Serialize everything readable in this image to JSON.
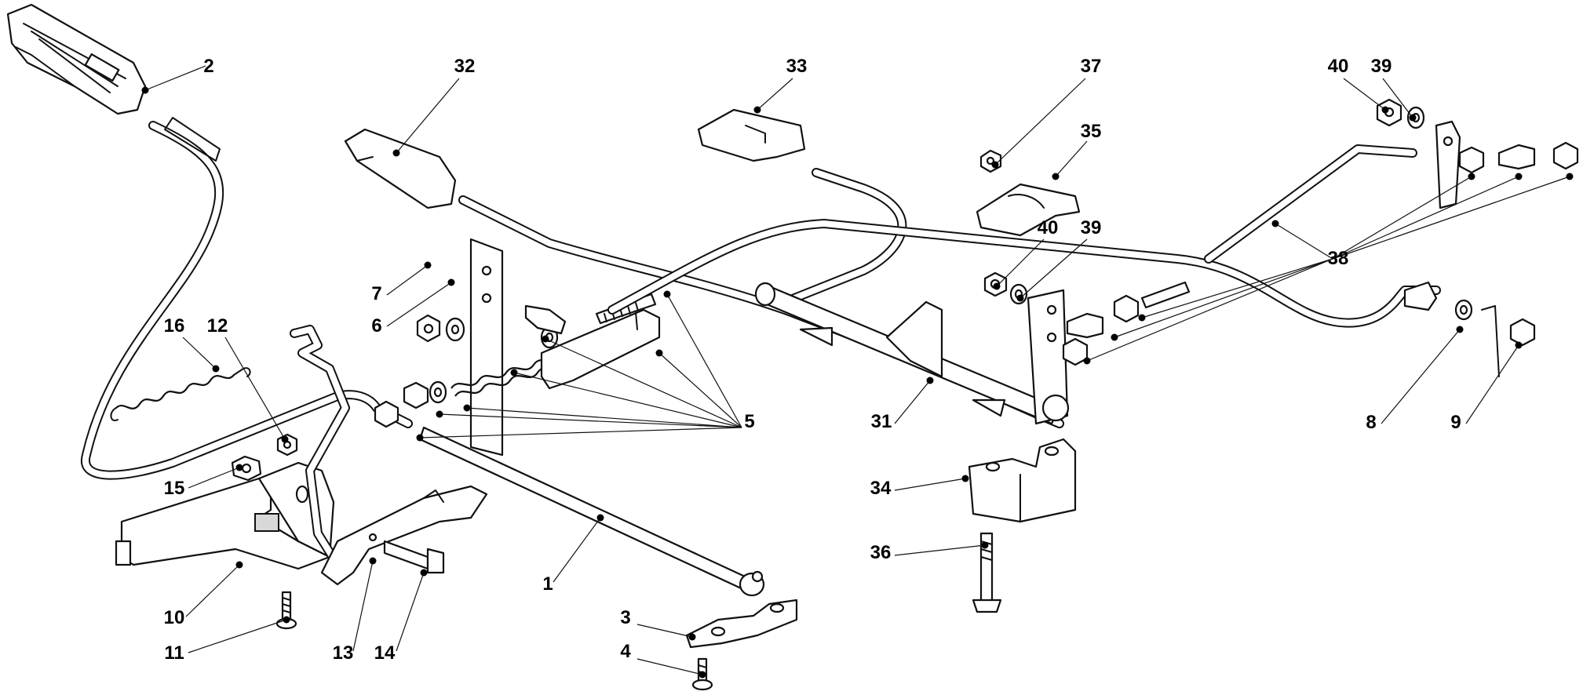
{
  "diagram": {
    "callouts": [
      {
        "id": "c1",
        "label": "1"
      },
      {
        "id": "c2",
        "label": "2"
      },
      {
        "id": "c3",
        "label": "3"
      },
      {
        "id": "c4",
        "label": "4"
      },
      {
        "id": "c5",
        "label": "5"
      },
      {
        "id": "c6",
        "label": "6"
      },
      {
        "id": "c7",
        "label": "7"
      },
      {
        "id": "c8",
        "label": "8"
      },
      {
        "id": "c9",
        "label": "9"
      },
      {
        "id": "c10",
        "label": "10"
      },
      {
        "id": "c11",
        "label": "11"
      },
      {
        "id": "c12",
        "label": "12"
      },
      {
        "id": "c13",
        "label": "13"
      },
      {
        "id": "c14",
        "label": "14"
      },
      {
        "id": "c15",
        "label": "15"
      },
      {
        "id": "c16",
        "label": "16"
      },
      {
        "id": "c31",
        "label": "31"
      },
      {
        "id": "c32",
        "label": "32"
      },
      {
        "id": "c33",
        "label": "33"
      },
      {
        "id": "c34",
        "label": "34"
      },
      {
        "id": "c35",
        "label": "35"
      },
      {
        "id": "c36",
        "label": "36"
      },
      {
        "id": "c37",
        "label": "37"
      },
      {
        "id": "c38",
        "label": "38"
      },
      {
        "id": "c39a",
        "label": "39"
      },
      {
        "id": "c39b",
        "label": "39"
      },
      {
        "id": "c40a",
        "label": "40"
      },
      {
        "id": "c40b",
        "label": "40"
      }
    ]
  }
}
